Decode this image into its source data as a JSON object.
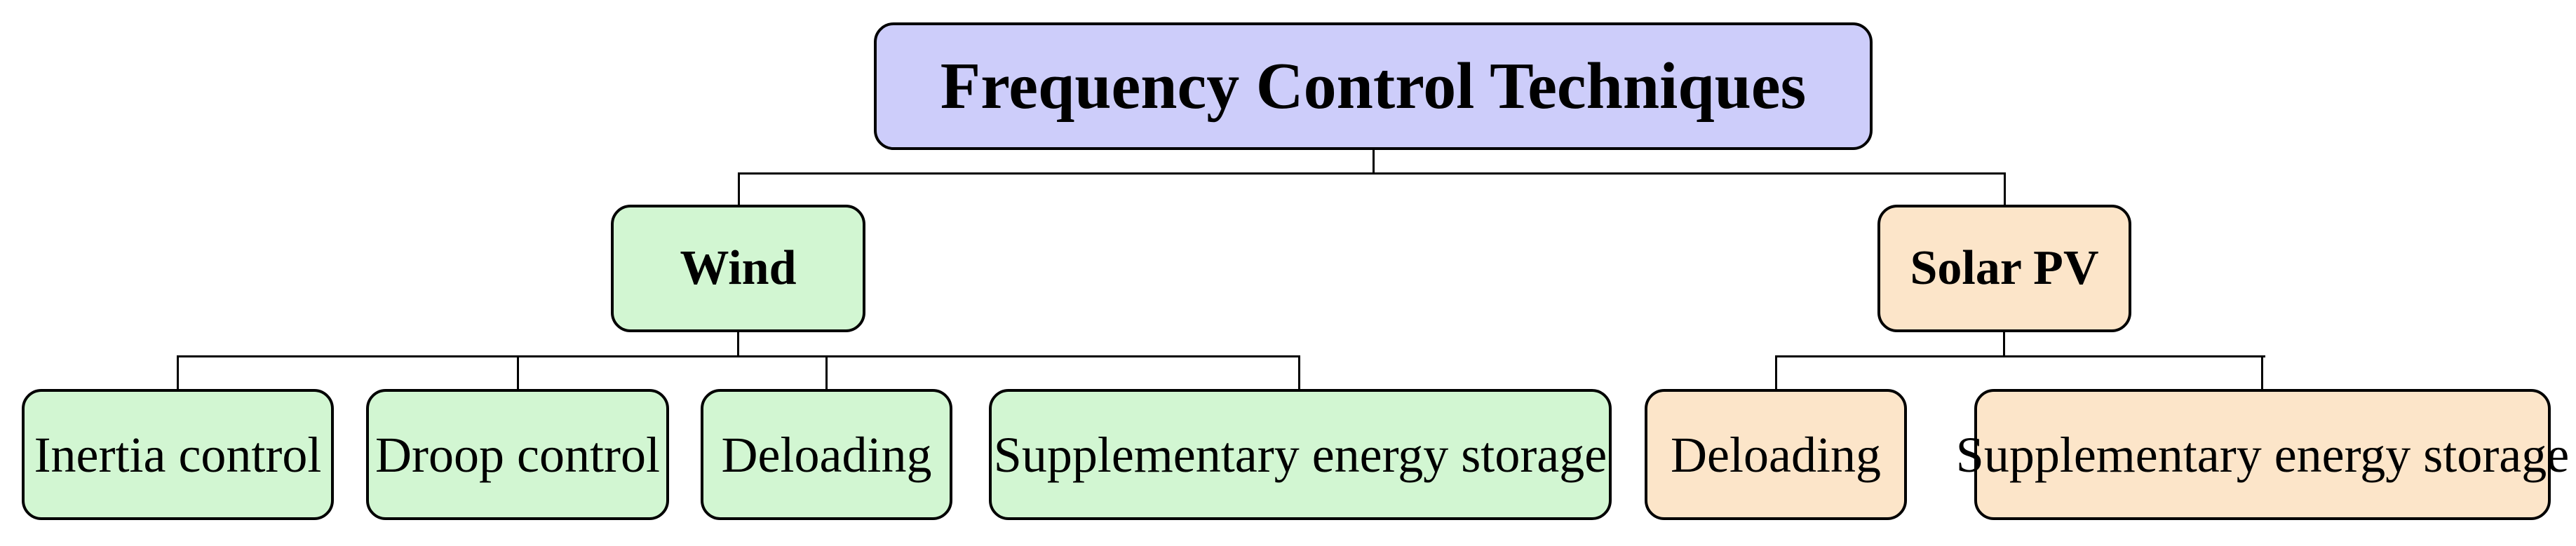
{
  "diagram": {
    "root": {
      "label": "Frequency Control Techniques"
    },
    "branches": [
      {
        "label": "Wind",
        "children": [
          "Inertia control",
          "Droop control",
          "Deloading",
          "Supplementary energy storage"
        ]
      },
      {
        "label": "Solar PV",
        "children": [
          "Deloading",
          "Supplementary energy storage"
        ]
      }
    ],
    "colors": {
      "root_fill": "#cdcdfa",
      "wind_fill": "#d2f6d2",
      "solar_fill": "#fce5c9",
      "line_color": "#000000"
    }
  }
}
